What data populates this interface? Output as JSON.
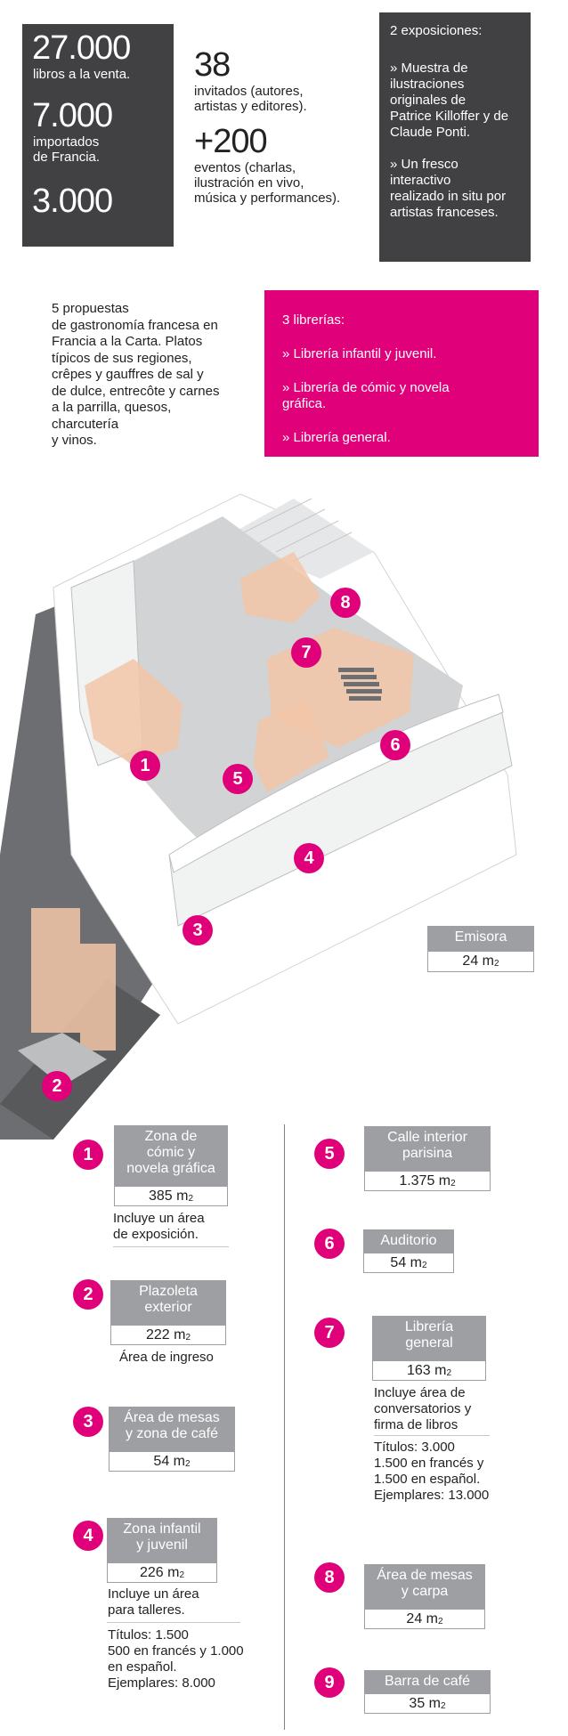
{
  "stats": {
    "books_number": "27.000",
    "books_text": "libros a la venta.",
    "imported_number": "7.000",
    "imported_text_1": "importados",
    "imported_text_2": "de Francia.",
    "third_number": "3.000",
    "guests_number": "38",
    "guests_text_1": "invitados (autores,",
    "guests_text_2": "artistas y editores).",
    "events_number": "+200",
    "events_text_1": "eventos (charlas,",
    "events_text_2": "ilustración en vivo,",
    "events_text_3": "música y performances)."
  },
  "exhibitions": {
    "title": "2 exposiciones:",
    "item1_lines": [
      "» Muestra de",
      "ilustraciones",
      "originales de",
      "Patrice Killoffer y de",
      "Claude Ponti."
    ],
    "item2_lines": [
      "» Un fresco",
      "interactivo",
      "realizado in situ por",
      "artistas franceses."
    ]
  },
  "gastronomy": {
    "lines": [
      "5 propuestas",
      "de gastronomía francesa en",
      "Francia a la Carta. Platos",
      "típicos de sus regiones,",
      "crêpes y gauffres de sal y",
      "de dulce, entrecôte y carnes",
      "a la parrilla, quesos,",
      "charcutería",
      "y vinos."
    ]
  },
  "bookstores": {
    "title": "3 librerías:",
    "item1": "» Librería infantil y juvenil.",
    "item2_line1": "» Librería de cómic y novela",
    "item2_line2": "gráfica.",
    "item3": "» Librería general."
  },
  "map": {
    "badges": [
      "1",
      "2",
      "3",
      "4",
      "5",
      "6",
      "7",
      "8"
    ],
    "emisora_label": "Emisora",
    "emisora_area": "24 m",
    "unit_sup": "2"
  },
  "zones": {
    "z1": {
      "num": "1",
      "label_lines": [
        "Zona de",
        "cómic y",
        "novela gráfica"
      ],
      "area": "385 m",
      "note_lines": [
        "Incluye un área",
        "de exposición."
      ]
    },
    "z2": {
      "num": "2",
      "label_lines": [
        "Plazoleta",
        "exterior"
      ],
      "area": "222 m",
      "note_lines": [
        "Área de ingreso"
      ]
    },
    "z3": {
      "num": "3",
      "label_lines": [
        "Área de mesas",
        "y zona de café"
      ],
      "area": "54 m"
    },
    "z4": {
      "num": "4",
      "label_lines": [
        "Zona infantil",
        "y juvenil"
      ],
      "area": "226 m",
      "note_lines": [
        "Incluye un área",
        "para talleres."
      ],
      "detail_lines": [
        "Títulos: 1.500",
        "500 en francés y 1.000",
        "en español.",
        "Ejemplares: 8.000"
      ]
    },
    "z5": {
      "num": "5",
      "label_lines": [
        "Calle interior",
        "parisina"
      ],
      "area": "1.375 m"
    },
    "z6": {
      "num": "6",
      "label_lines": [
        "Auditorio"
      ],
      "area": "54 m"
    },
    "z7": {
      "num": "7",
      "label_lines": [
        "Librería",
        "general"
      ],
      "area": "163 m",
      "note_lines": [
        "Incluye área de",
        "conversatorios y",
        "firma de libros"
      ],
      "detail_lines": [
        "Títulos: 3.000",
        "1.500 en francés y",
        "1.500 en español.",
        "Ejemplares: 13.000"
      ]
    },
    "z8": {
      "num": "8",
      "label_lines": [
        "Área de mesas",
        "y carpa"
      ],
      "area": "24 m"
    },
    "z9": {
      "num": "9",
      "label_lines": [
        "Barra de café"
      ],
      "area": "35 m"
    }
  },
  "colors": {
    "accent": "#e0007a",
    "dark": "#414042",
    "gray": "#9d9fa2"
  }
}
